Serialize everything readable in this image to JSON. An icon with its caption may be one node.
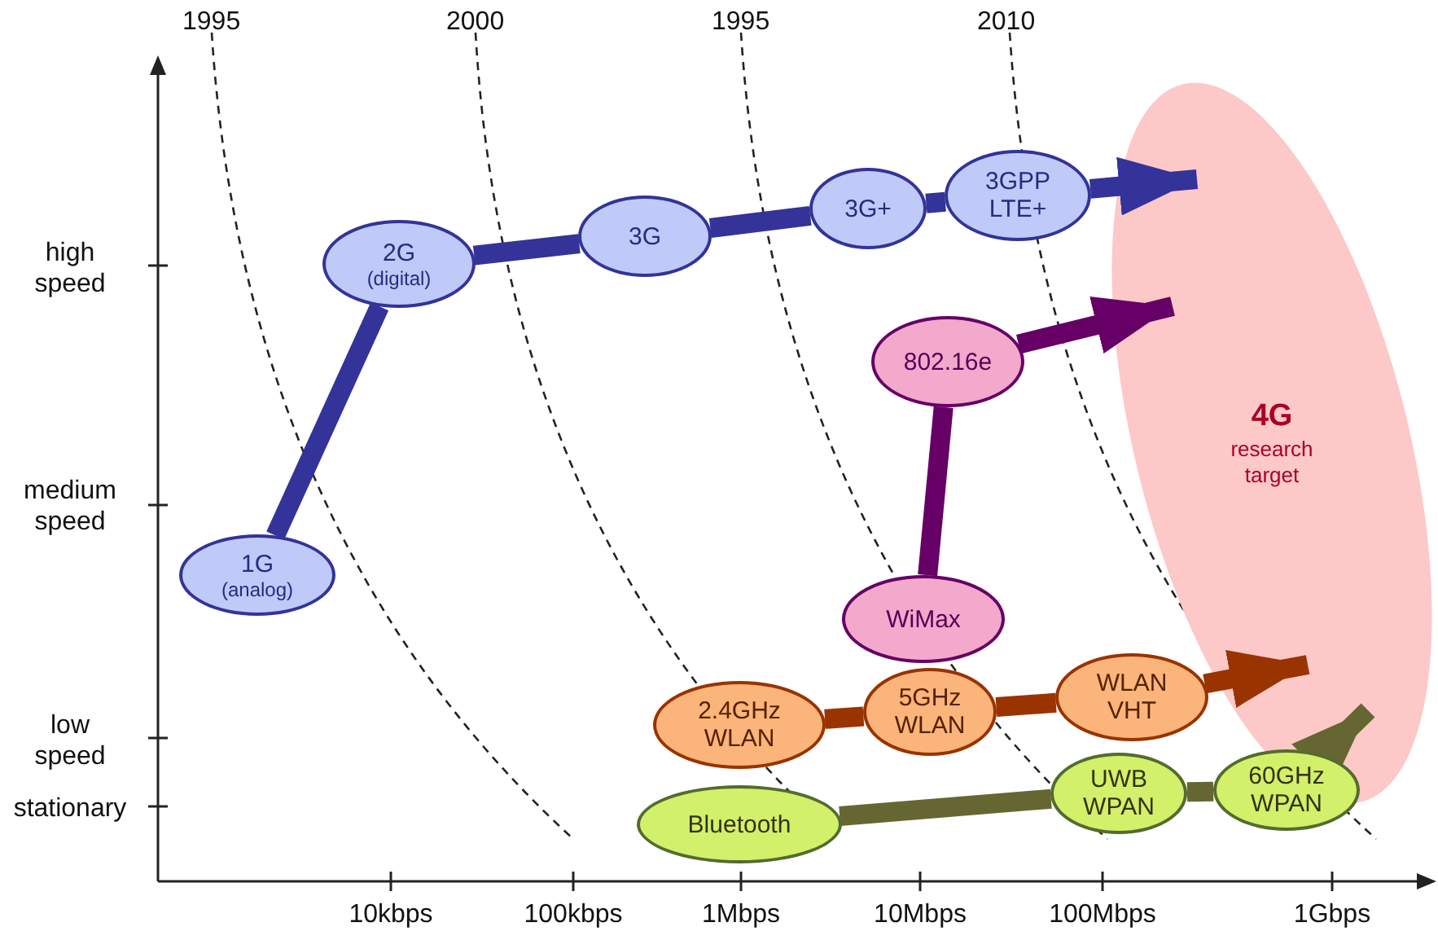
{
  "diagram": {
    "nodes": [
      {
        "text": [
          "1G",
          "(analog)"
        ]
      },
      {
        "text": [
          "2G",
          "(digital)"
        ]
      },
      {
        "text": [
          "3G"
        ]
      },
      {
        "text": [
          "3G+"
        ]
      },
      {
        "text": [
          "3GPP LTE+"
        ]
      },
      {
        "text": [
          "802.16e"
        ]
      },
      {
        "text": [
          "WiMax"
        ]
      },
      {
        "text": [
          "2.4GHz WLAN"
        ]
      },
      {
        "text": [
          "5GHz WLAN"
        ]
      },
      {
        "text": [
          "WLAN VHT"
        ]
      },
      {
        "text": [
          "Bluetooth"
        ]
      },
      {
        "text": [
          "UWB WPAN"
        ]
      },
      {
        "text": [
          "60GHz WPAN"
        ]
      },
      {
        "text": [
          "4G",
          "research target"
        ]
      }
    ],
    "edges": [
      {
        "from": 0,
        "to": 1,
        "arrow": "none"
      },
      {
        "from": 1,
        "to": 2,
        "arrow": "none"
      },
      {
        "from": 2,
        "to": 3,
        "arrow": "none"
      },
      {
        "from": 3,
        "to": 4,
        "arrow": "none"
      },
      {
        "from": 4,
        "to": 13,
        "arrow": "to"
      },
      {
        "from": 6,
        "to": 5,
        "arrow": "none",
        "color": "#660066"
      },
      {
        "from": 5,
        "to": 13,
        "arrow": "to",
        "color": "#660066"
      },
      {
        "from": 7,
        "to": 8,
        "arrow": "none",
        "color": "#993300"
      },
      {
        "from": 8,
        "to": 9,
        "arrow": "none",
        "color": "#993300"
      },
      {
        "from": 9,
        "to": 13,
        "arrow": "to",
        "color": "#993300"
      },
      {
        "from": 10,
        "to": 11,
        "arrow": "none",
        "color": "#666633"
      },
      {
        "from": 11,
        "to": 12,
        "arrow": "none",
        "color": "#666633"
      },
      {
        "from": 12,
        "to": 13,
        "arrow": "to",
        "color": "#666633"
      }
    ],
    "labels": [
      "1995",
      "2000",
      "1995",
      "2010",
      "high speed",
      "medium speed",
      "low speed",
      "stationary",
      "10kbps",
      "100kbps",
      "1Mbps",
      "10Mbps",
      "100Mbps",
      "1Gbps"
    ]
  }
}
